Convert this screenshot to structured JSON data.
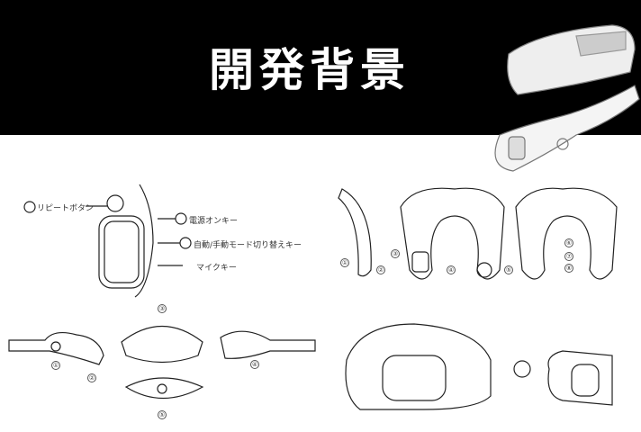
{
  "title": "開発背景",
  "labels": {
    "repeat": "リピートボタン",
    "power": "電源オンキー",
    "mode": "自動/手動モード切り替えキー",
    "mic": "マイクキー"
  },
  "callouts": [
    "①",
    "②",
    "③",
    "④",
    "⑤",
    "⑥",
    "⑦",
    "⑧"
  ]
}
